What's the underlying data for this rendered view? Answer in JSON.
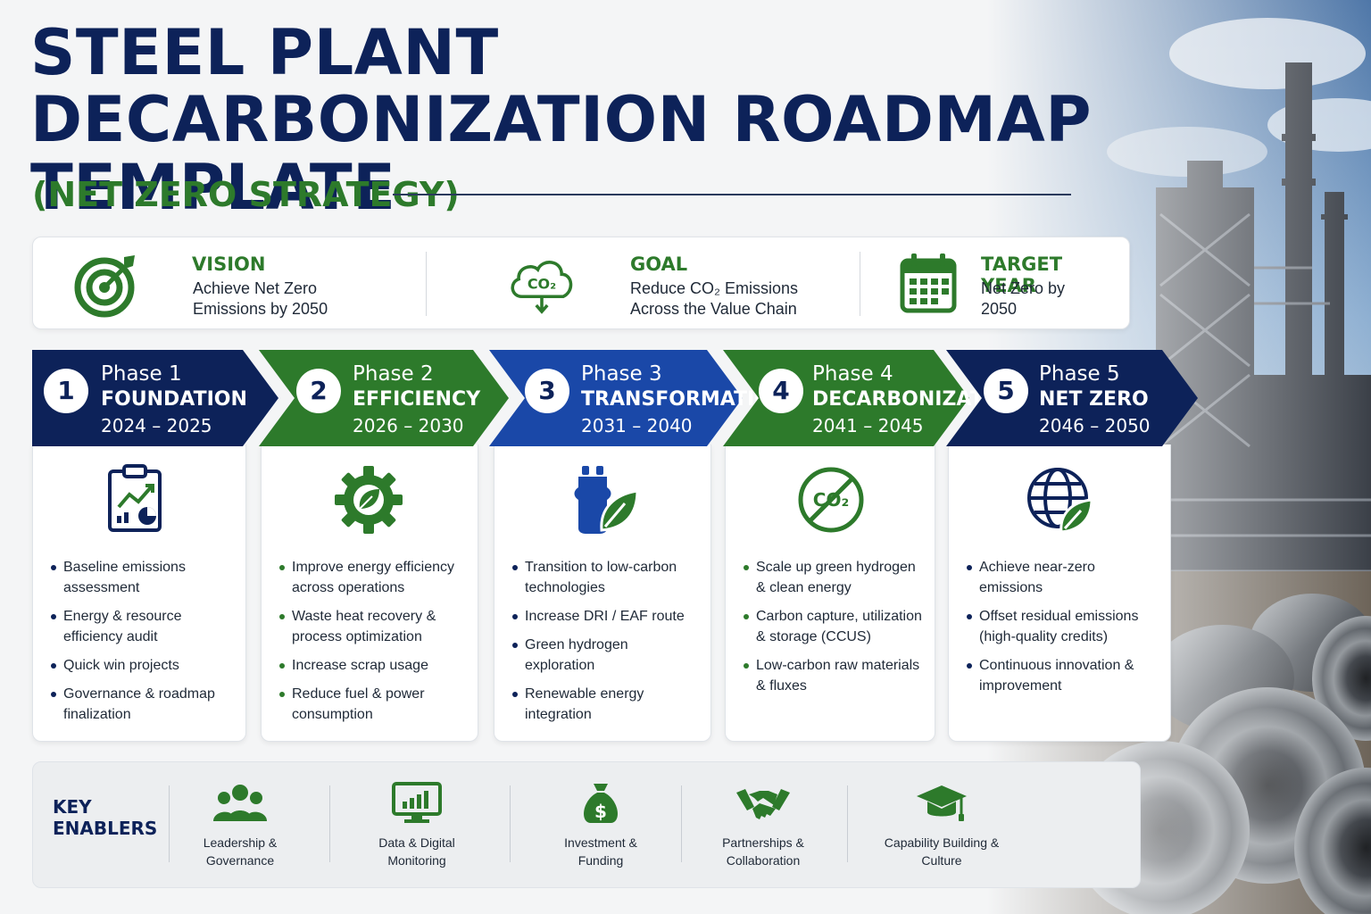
{
  "title_line1": "STEEL PLANT",
  "title_line2": "DECARBONIZATION ROADMAP TEMPLATE",
  "subtitle": "(NET ZERO STRATEGY)",
  "vision_bar": [
    {
      "heading": "VISION",
      "line1": "Achieve Net Zero",
      "line2": "Emissions by 2050",
      "icon": "target-icon"
    },
    {
      "heading": "GOAL",
      "line1": "Reduce CO₂ Emissions",
      "line2": "Across the Value Chain",
      "icon": "co2-cloud-icon"
    },
    {
      "heading": "TARGET YEAR",
      "line1": "Net Zero by",
      "line2": "2050",
      "icon": "calendar-icon"
    }
  ],
  "phases": [
    {
      "num": "1",
      "label": "Phase 1",
      "name": "FOUNDATION",
      "years": "2024 – 2025",
      "color": "#0d2259",
      "icon": "clipboard-chart-icon",
      "bullets": [
        "Baseline emissions assessment",
        "Energy & resource efficiency audit",
        "Quick win projects",
        "Governance & roadmap finalization"
      ]
    },
    {
      "num": "2",
      "label": "Phase 2",
      "name": "EFFICIENCY",
      "years": "2026 – 2030",
      "color": "#2d7a2b",
      "icon": "gear-leaf-icon",
      "bullets": [
        "Improve energy efficiency across operations",
        "Waste heat recovery & process optimization",
        "Increase scrap usage",
        "Reduce fuel & power consumption"
      ]
    },
    {
      "num": "3",
      "label": "Phase 3",
      "name": "TRANSFORMATION",
      "years": "2031 – 2040",
      "color": "#1a48a8",
      "icon": "hydrogen-leaf-icon",
      "bullets": [
        "Transition to low-carbon technologies",
        "Increase DRI / EAF route",
        "Green hydrogen exploration",
        "Renewable energy integration"
      ]
    },
    {
      "num": "4",
      "label": "Phase 4",
      "name": "DECARBONIZATION",
      "years": "2041 – 2045",
      "color": "#2d7a2b",
      "icon": "no-co2-icon",
      "bullets": [
        "Scale up green hydrogen & clean energy",
        "Carbon capture, utilization & storage (CCUS)",
        "Low-carbon raw materials & fluxes"
      ]
    },
    {
      "num": "5",
      "label": "Phase 5",
      "name": "NET ZERO",
      "years": "2046 – 2050",
      "color": "#0d2259",
      "icon": "globe-leaf-icon",
      "bullets": [
        "Achieve near-zero emissions",
        "Offset residual emissions (high-quality credits)",
        "Continuous innovation & improvement"
      ]
    }
  ],
  "enablers": {
    "title_line1": "KEY",
    "title_line2": "ENABLERS",
    "items": [
      {
        "line1": "Leadership &",
        "line2": "Governance",
        "icon": "people-icon"
      },
      {
        "line1": "Data & Digital",
        "line2": "Monitoring",
        "icon": "monitor-chart-icon"
      },
      {
        "line1": "Investment &",
        "line2": "Funding",
        "icon": "money-bag-icon"
      },
      {
        "line1": "Partnerships &",
        "line2": "Collaboration",
        "icon": "handshake-icon"
      },
      {
        "line1": "Capability Building &",
        "line2": "Culture",
        "icon": "graduation-cap-icon"
      }
    ]
  },
  "colors": {
    "navy": "#0d2259",
    "green": "#2d7a2b",
    "blue": "#1a48a8"
  }
}
